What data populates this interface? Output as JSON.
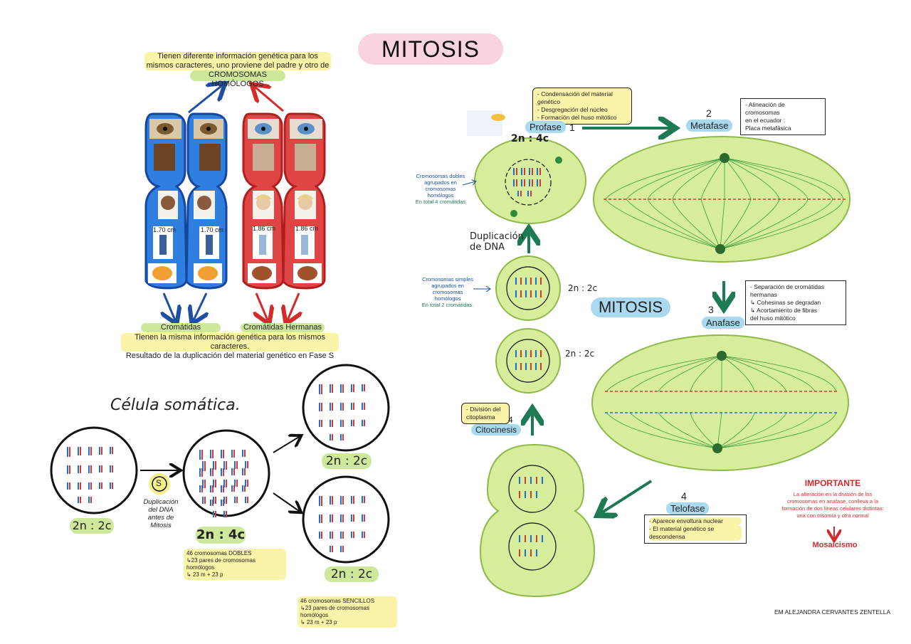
{
  "title": "MITOSIS",
  "center_label": "MITOSIS",
  "homologs": {
    "description": "Tienen diferente información genética para los mismos caracteres, uno proviene del padre y otro de la madre.",
    "label": "CROMOSOMAS HOMÓLOGOS"
  },
  "sisters": {
    "label_left": "Cromátidas Hermanas.",
    "label_right": "Cromátidas Hermanas",
    "description_line1": "Tienen la misma información genética para los mismos caracteres.",
    "description_line2": "Resultado de la duplicación del material genético en Fase S"
  },
  "heights": {
    "left_a": "1.70 cm",
    "left_b": "1.70 cm",
    "right_a": "1.86 cm",
    "right_b": "1.86 cm"
  },
  "somatic": {
    "title": "Célula somática.",
    "s_badge": "S",
    "dup_text_1": "Duplicación",
    "dup_text_2": "del DNA",
    "dup_text_3": "antes de",
    "dup_text_4": "Mitosis",
    "ploidy_left": "2n : 2c",
    "ploidy_mid": "2n : 4c",
    "ploidy_top": "2n : 2c",
    "ploidy_bottom": "2n : 2c",
    "note_double_1": "46 cromosomas DOBLES",
    "note_double_2": "↳23 pares de cromosomas homólogos",
    "note_double_3": "↳ 23 m + 23 p",
    "note_single_1": "46 cromosomas SENCILLOS",
    "note_single_2": "↳23 pares de cromosomas homólogos",
    "note_single_3": "↳ 23 m + 23 p"
  },
  "cycle": {
    "prophase_label": "Profase",
    "prophase_num": "1",
    "prophase_ploidy": "2n : 4c",
    "prophase_box": [
      "- Condensación del material genético",
      "- Desgregación del núcleo",
      "- Formación del huso mitótico"
    ],
    "prophase_note_1": "Cromosomas dobles",
    "prophase_note_2": "agrupados en",
    "prophase_note_3": "cromosomas homólogos",
    "prophase_note_4": "En total 4 cromátidas",
    "metaphase_label": "Metafase",
    "metaphase_num": "2",
    "metaphase_box": [
      "- Alineación de cromosomas",
      "en el ecuador :",
      "Placa metafásica"
    ],
    "anaphase_label": "Anafase",
    "anaphase_num": "3",
    "anaphase_box": [
      "- Separación de cromátidas hermanas",
      "↳ Cohesinas se degradan",
      "↳ Acortamiento de fibras",
      "del huso mitótico"
    ],
    "telophase_label": "Telofase",
    "telophase_num": "4",
    "telophase_box": [
      "- Aparece envoltura nuclear",
      "- El material genético se descondensa"
    ],
    "cytokinesis_label": "Citocinesis",
    "cytokinesis_num": "4",
    "cytokinesis_box": [
      "- División del",
      "citoplasma"
    ],
    "dna_dup_1": "Duplicación",
    "dna_dup_2": "de DNA",
    "g1_note_1": "Cromosomas simples",
    "g1_note_2": "agrupados en",
    "g1_note_3": "cromosomas homólogos",
    "g1_note_4": "En total 2 cromátidas.",
    "g1_ploidy": "2n : 2c",
    "g1b_ploidy": "2n : 2c"
  },
  "important": {
    "title": "IMPORTANTE",
    "text": "La alteración en la división de los cromosomas en anafase, conlleva a la formación de dos líneas celulares distintas: una con trisomía y otra normal",
    "result": "Mosaicismo"
  },
  "author": "EM ALEJANDRA CERVANTES ZENTELLA",
  "colors": {
    "cell_fill": "#d6ee9c",
    "cell_stroke": "#8fb84a",
    "blue_chrom": "#1f6fd1",
    "red_chrom": "#d93535",
    "arrow_green": "#1e7a52",
    "arrow_blue": "#1f4fa0",
    "arrow_red": "#d42a2a"
  }
}
